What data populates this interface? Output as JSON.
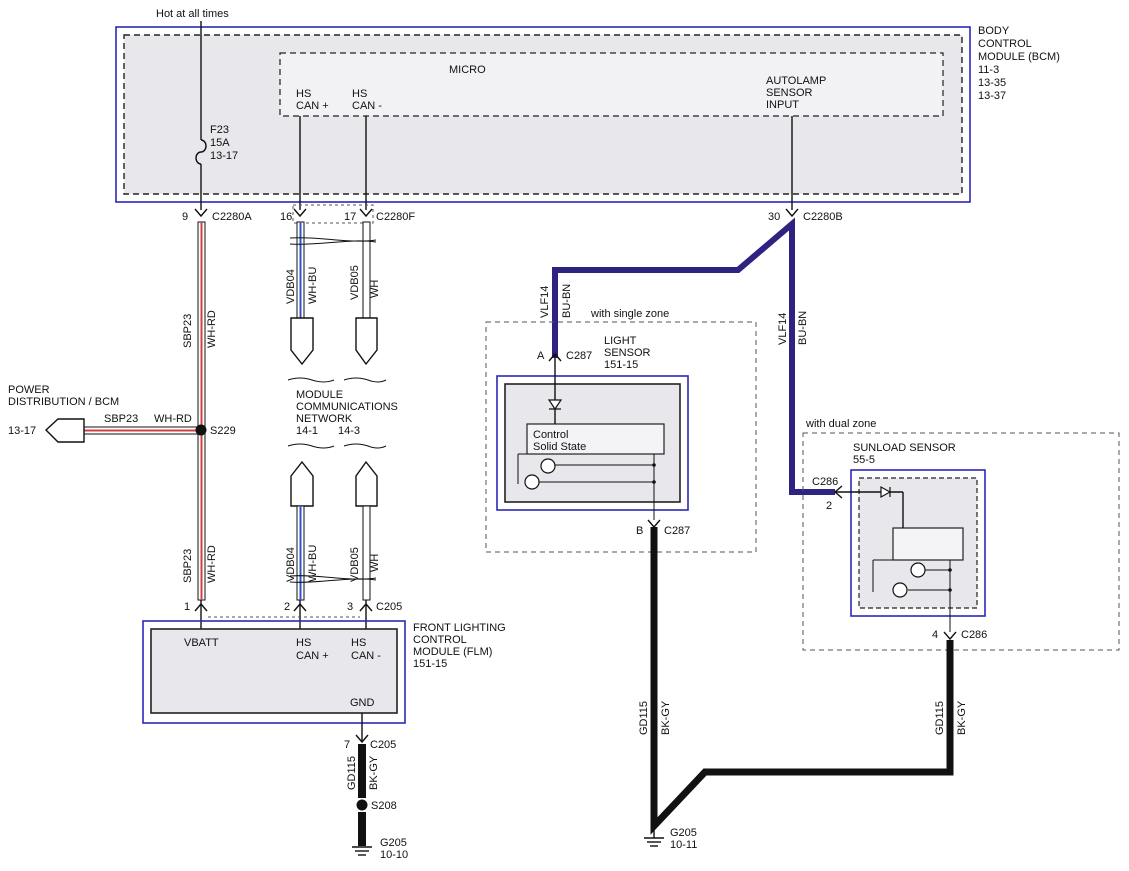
{
  "top_note": "Hot at all times",
  "bcm": {
    "title": [
      "BODY",
      "CONTROL",
      "MODULE (BCM)",
      "11-3",
      "13-35",
      "13-37"
    ],
    "micro": "MICRO",
    "hs_can_plus": [
      "HS",
      "CAN +"
    ],
    "hs_can_minus": [
      "HS",
      "CAN -"
    ],
    "autolamp": [
      "AUTOLAMP",
      "SENSOR",
      "INPUT"
    ],
    "fuse": [
      "F23",
      "15A",
      "13-17"
    ]
  },
  "connectors": {
    "c2280a_pin": "9",
    "c2280a": "C2280A",
    "c2280f_pin16": "16",
    "c2280f_pin17": "17",
    "c2280f": "C2280F",
    "c2280b_pin": "30",
    "c2280b": "C2280B",
    "c287a_pin": "A",
    "c287a": "C287",
    "c287b_pin": "B",
    "c287b": "C287",
    "c286_top": "C286",
    "c286_pin2": "2",
    "c286_pin4": "4",
    "c286_bottom": "C286",
    "c205_pin1": "1",
    "c205_pin2": "2",
    "c205_pin3": "3",
    "c205": "C205",
    "c205_pin7": "7",
    "c205_gnd": "C205"
  },
  "wires": {
    "sbp23": "SBP23",
    "wh_rd": "WH-RD",
    "vdb04": "VDB04",
    "wh_bu": "WH-BU",
    "vdb05": "VDB05",
    "wh": "WH",
    "vlf14": "VLF14",
    "bu_bn": "BU-BN",
    "gd115": "GD115",
    "bk_gy": "BK-GY"
  },
  "power_dist": [
    "POWER",
    "DISTRIBUTION / BCM"
  ],
  "power_ref": "13-17",
  "splice_s229": "S229",
  "splice_s208": "S208",
  "network": [
    "MODULE",
    "COMMUNICATIONS",
    "NETWORK"
  ],
  "network_refs": [
    "14-1",
    "14-3"
  ],
  "single_zone": "with single zone",
  "dual_zone": "with dual zone",
  "light_sensor": [
    "LIGHT",
    "SENSOR",
    "151-15"
  ],
  "control_solid_state": [
    "Control",
    "Solid State"
  ],
  "sunload_sensor": [
    "SUNLOAD SENSOR",
    "55-5"
  ],
  "flm": {
    "title": [
      "FRONT LIGHTING",
      "CONTROL",
      "MODULE (FLM)",
      "151-15"
    ],
    "vbatt": "VBATT",
    "hs_can_plus": [
      "HS",
      "CAN +"
    ],
    "hs_can_minus": [
      "HS",
      "CAN -"
    ],
    "gnd": "GND"
  },
  "ground_g205_left": [
    "G205",
    "10-10"
  ],
  "ground_g205_right": [
    "G205",
    "10-11"
  ],
  "colors": {
    "module_outline": "#2a2ab8",
    "bu_bn_wire": "#3a2aa8",
    "bk_gy_wire": "#111111",
    "wh_rd_stripe": "#d04040",
    "wh_bu_stripe": "#3050d0"
  }
}
